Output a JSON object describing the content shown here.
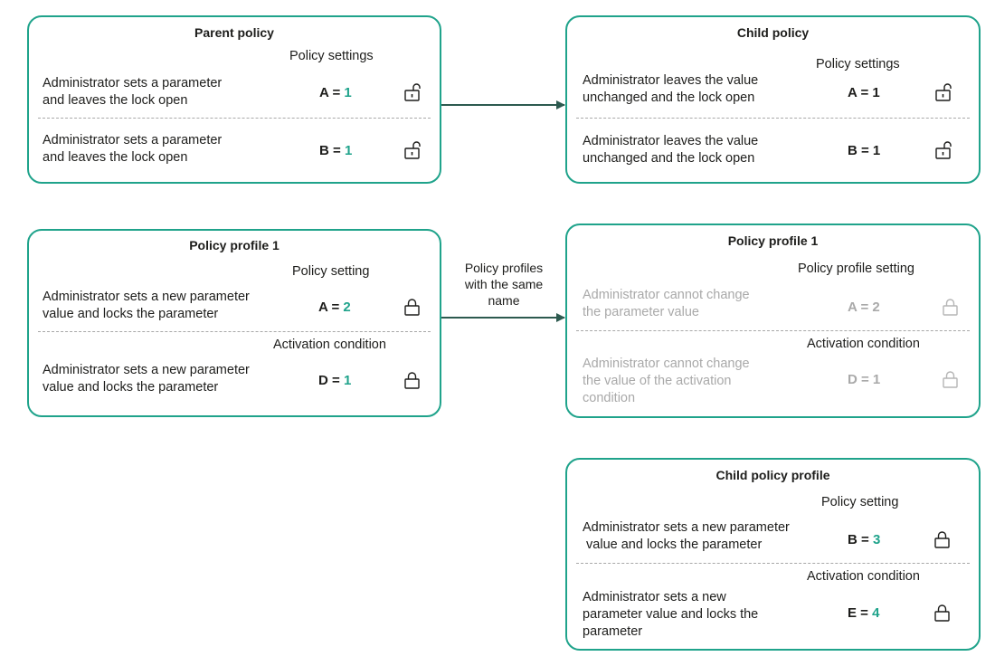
{
  "parent_policy": {
    "title": "Parent policy",
    "section": "Policy settings",
    "rows": [
      {
        "desc1": "Administrator sets a parameter",
        "desc2": "and leaves the lock open",
        "key": "A = ",
        "value": "1"
      },
      {
        "desc1": "Administrator sets a parameter",
        "desc2": "and  leaves the lock open",
        "key": "B = ",
        "value": "1"
      }
    ]
  },
  "child_policy": {
    "title": "Child policy",
    "section": "Policy settings",
    "rows": [
      {
        "desc1": "Administrator leaves the value",
        "desc2": "unchanged and the lock open",
        "value": "A = 1"
      },
      {
        "desc1": "Administrator leaves the value",
        "desc2": "unchanged and the lock open",
        "value": "B = 1"
      }
    ]
  },
  "policy_profile_left": {
    "title": "Policy profile 1",
    "section1": "Policy setting",
    "section2": "Activation condition",
    "rows": [
      {
        "desc1": "Administrator sets a new parameter",
        "desc2": "value and locks the parameter",
        "key": "A = ",
        "value": "2"
      },
      {
        "desc1": "Administrator sets a new parameter",
        "desc2": "value and locks the parameter",
        "key": "D = ",
        "value": "1"
      }
    ]
  },
  "policy_profile_right": {
    "title": "Policy profile 1",
    "section1": "Policy profile setting",
    "section2": "Activation condition",
    "rows": [
      {
        "desc1": "Administrator cannot change",
        "desc2": "the parameter value",
        "value": "A = 2"
      },
      {
        "desc1": "Administrator cannot change",
        "desc2": "the value of the activation",
        "desc3": "condition",
        "value": "D = 1"
      }
    ]
  },
  "child_policy_profile": {
    "title": "Child policy profile",
    "section1": "Policy setting",
    "section2": "Activation condition",
    "rows": [
      {
        "desc1": "Administrator sets a new parameter",
        "desc2": " value and locks the parameter",
        "key": "B = ",
        "value": "3"
      },
      {
        "desc1": "Administrator sets a new",
        "desc2": "parameter value and locks the",
        "desc3": "parameter",
        "key": "E = ",
        "value": "4"
      }
    ]
  },
  "connector_label": {
    "line1": "Policy profiles",
    "line2": "with the same",
    "line3": "name"
  },
  "colors": {
    "accent": "#1fa38b",
    "muted": "#a9a9a9",
    "arrow": "#2d5a4f"
  },
  "icons": {
    "open_lock": "lock-open-icon",
    "closed_lock": "lock-closed-icon"
  }
}
